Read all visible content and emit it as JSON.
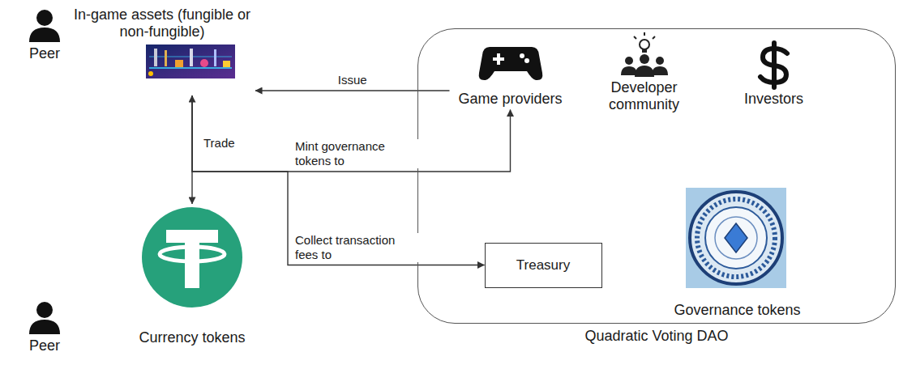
{
  "diagram": {
    "nodes": [
      {
        "text": [
          "In-game assets (fungible or non-fungible)"
        ]
      },
      {
        "text": [
          "Currency tokens"
        ]
      },
      {
        "text": [
          "Quadratic Voting DAO"
        ]
      },
      {
        "text": [
          "Game providers"
        ],
        "in": 2
      },
      {
        "text": [
          "Developer community"
        ],
        "in": 2
      },
      {
        "text": [
          "Investors"
        ],
        "in": 2
      },
      {
        "text": [
          "Treasury"
        ],
        "in": 2
      },
      {
        "text": [
          "Governance tokens"
        ],
        "in": 2
      }
    ],
    "edges": [
      {
        "from": 3,
        "to": 0,
        "label": "Issue",
        "arrow": "to"
      },
      {
        "from": 0,
        "to": 1,
        "label": "Trade",
        "arrow": "both"
      },
      {
        "from": 0,
        "to": 3,
        "label": "Mint governance tokens to",
        "arrow": "to"
      },
      {
        "from": 0,
        "to": 6,
        "label": "Collect transaction fees to",
        "arrow": "to"
      }
    ],
    "labels": [
      "Peer",
      "Peer"
    ]
  }
}
